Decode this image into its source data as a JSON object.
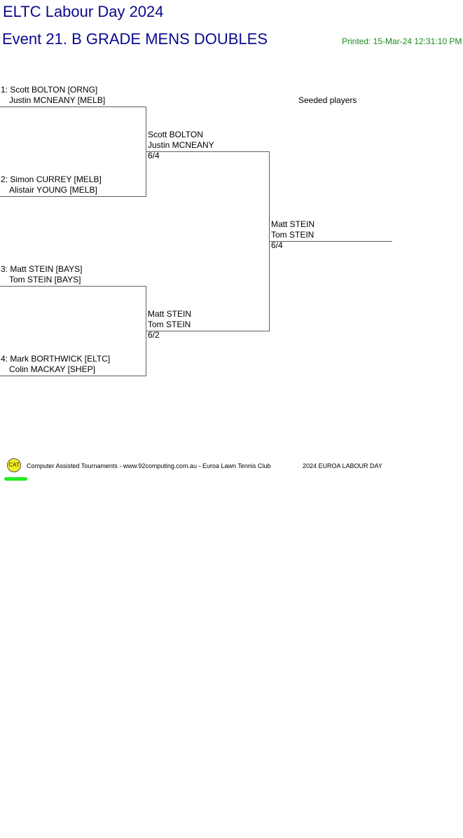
{
  "header": {
    "title": "ELTC Labour Day 2024",
    "event": "Event 21. B GRADE MENS DOUBLES",
    "printed": "Printed: 15-Mar-24 12:31:10 PM"
  },
  "seeded_label": "Seeded players",
  "round1": [
    {
      "line1": "1: Scott BOLTON [ORNG]",
      "line2": "Justin MCNEANY [MELB]"
    },
    {
      "line1": "2: Simon CURREY [MELB]",
      "line2": "Alistair YOUNG [MELB]"
    },
    {
      "line1": "3: Matt STEIN [BAYS]",
      "line2": "Tom STEIN [BAYS]"
    },
    {
      "line1": "4: Mark BORTHWICK [ELTC]",
      "line2": "Colin MACKAY [SHEP]"
    }
  ],
  "round2": [
    {
      "line1": "Scott BOLTON",
      "line2": "Justin MCNEANY",
      "score": "6/4"
    },
    {
      "line1": "Matt STEIN",
      "line2": "Tom STEIN",
      "score": "6/2"
    }
  ],
  "final": {
    "line1": "Matt STEIN",
    "line2": "Tom STEIN",
    "score": "6/4"
  },
  "footer": {
    "logo": "CAT",
    "credit": "Computer Assisted Tournaments - www.92computing.com.au -  Euroa Lawn Tennis Club",
    "event_name": "2024 EUROA LABOUR DAY"
  }
}
